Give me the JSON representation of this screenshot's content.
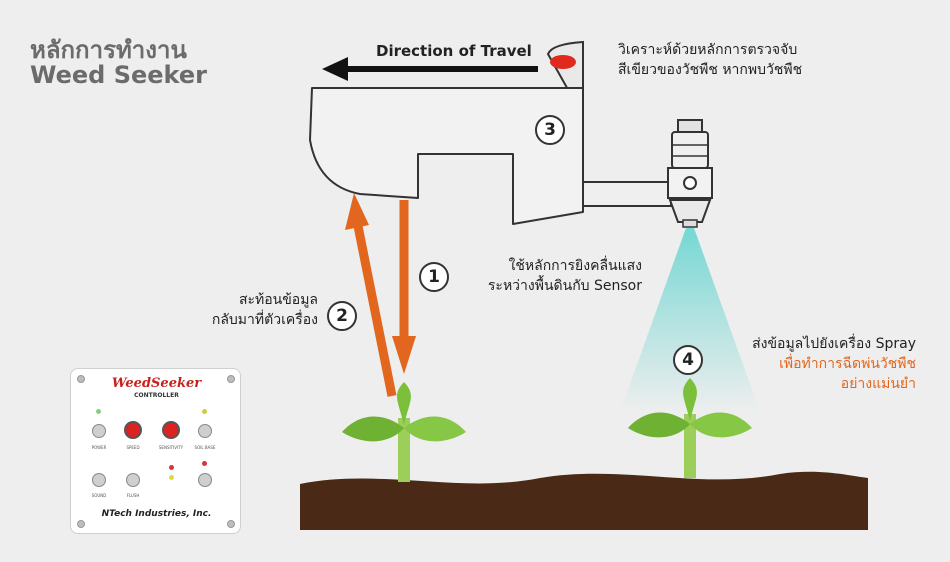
{
  "title": {
    "line1": "หลักการทำงาน",
    "line2": "Weed Seeker"
  },
  "direction": {
    "label": "Direction of Travel"
  },
  "sensor": {
    "desc_line1": "วิเคราะห์ด้วยหลักการตรวจจับ",
    "desc_line2": "สีเขียวของวัชพืช หากพบวัชพืช"
  },
  "steps": [
    {
      "number": "1",
      "line1": "ใช้หลักการยิงคลื่นแสง",
      "line2": "ระหว่างพื้นดินกับ Sensor"
    },
    {
      "number": "2",
      "line1": "สะท้อนข้อมูล",
      "line2": "กลับมาที่ตัวเครื่อง"
    },
    {
      "number": "3"
    },
    {
      "number": "4",
      "line1": "ส่งข้อมูลไปยังเครื่อง Spray",
      "line2": "เพื่อทำการฉีดพ่นวัชพืช",
      "line3": "อย่างแม่นยำ"
    }
  ],
  "controller": {
    "brand": "WeedSeeker",
    "subtitle": "CONTROLLER",
    "maker": "NTech Industries, Inc.",
    "labels": [
      "POWER",
      "SPEED",
      "SENSITIVITY",
      "SOIL BASE",
      "SOUND",
      "FLUSH"
    ]
  },
  "colors": {
    "accent_orange": "#e2661e",
    "text_dark": "#222222",
    "title_gray": "#6b6b6b",
    "plant_green": "#7bbf3a",
    "soil_brown": "#4a2a16",
    "spray_teal": "#6fd6d2"
  }
}
